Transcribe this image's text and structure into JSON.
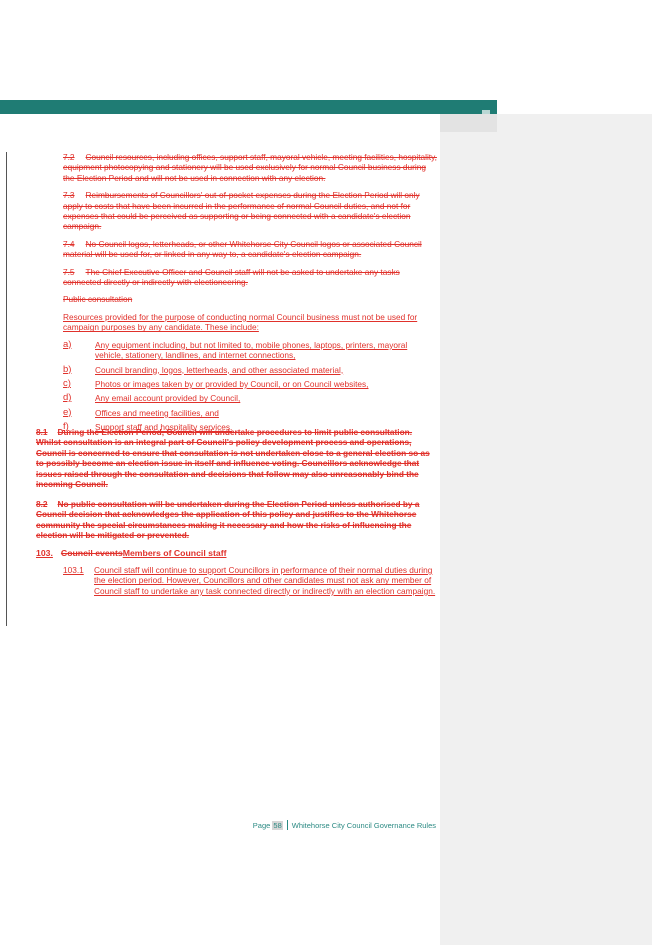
{
  "paragraphs": [
    {
      "num": "7.2",
      "text": "Council resources, including offices, support staff, mayoral vehicle, meeting facilities, hospitality, equipment photocopying and stationery will be used exclusively for normal Council business during the Election Period and will not be used in connection with any election."
    },
    {
      "num": "7.3",
      "text": "Reimbursements of Councillors' out-of-pocket expenses during the Election Period will only apply to costs that have been incurred in the performance of normal Council duties, and not for expenses that could be perceived as supporting or being connected with a candidate's election campaign."
    },
    {
      "num": "7.4",
      "text": "No Council logos, letterheads, or other Whitehorse City Council logos or associated Council material will be used for, or linked in any way to, a candidate's election campaign."
    },
    {
      "num": "7.5",
      "text": "The Chief Executive Officer and Council staff will not be asked to undertake any tasks connected directly or indirectly with electioneering."
    }
  ],
  "public_consultation_heading": "Public consultation",
  "resources_intro": "Resources provided for the purpose of conducting normal Council business must not be used for campaign purposes by any candidate. These include:",
  "resource_list": [
    {
      "letter": "a)",
      "text": "Any equipment including, but not limited to, mobile phones, laptops, printers, mayoral vehicle, stationery, landlines, and internet connections,"
    },
    {
      "letter": "b)",
      "text": "Council branding, logos, letterheads, and other associated material,"
    },
    {
      "letter": "c)",
      "text": "Photos or images taken by or provided by Council, or on Council websites,"
    },
    {
      "letter": "d)",
      "text": "Any email account provided by Council,"
    },
    {
      "letter": "e)",
      "text": "Offices and meeting facilities, and"
    },
    {
      "letter": "f)",
      "text": "Support staff and hospitality services."
    }
  ],
  "bold_paragraphs": [
    {
      "num": "8.1",
      "text": "During the Election Period, Council will undertake procedures to limit public consultation. Whilst consultation is an integral part of Council's policy development process and operations, Council is concerned to ensure that consultation is not undertaken close to a general election so as to possibly become an election issue in itself and influence voting. Councillors acknowledge that issues raised through the consultation and decisions that follow may also unreasonably bind the incoming Council."
    },
    {
      "num": "8.2",
      "text": "No public consultation will be undertaken during the Election Period unless authorised by a Council decision that acknowledges the application of this policy and justifies to the Whitehorse community the special circumstances making it necessary and how the risks of influencing the election will be mitigated or prevented."
    }
  ],
  "section": {
    "num": "103.",
    "old_title": "Council events",
    "new_title": "Members of Council staff"
  },
  "sub_item": {
    "num": "103.1",
    "text": "Council staff will continue to support Councillors in performance of their normal duties during the election period. However, Councillors and other candidates must not ask any member of Council staff to undertake any task connected directly or indirectly with an election campaign."
  },
  "footer": {
    "page_label": "Page",
    "page_number": "58",
    "doc_title": "Whitehorse City Council Governance Rules"
  }
}
